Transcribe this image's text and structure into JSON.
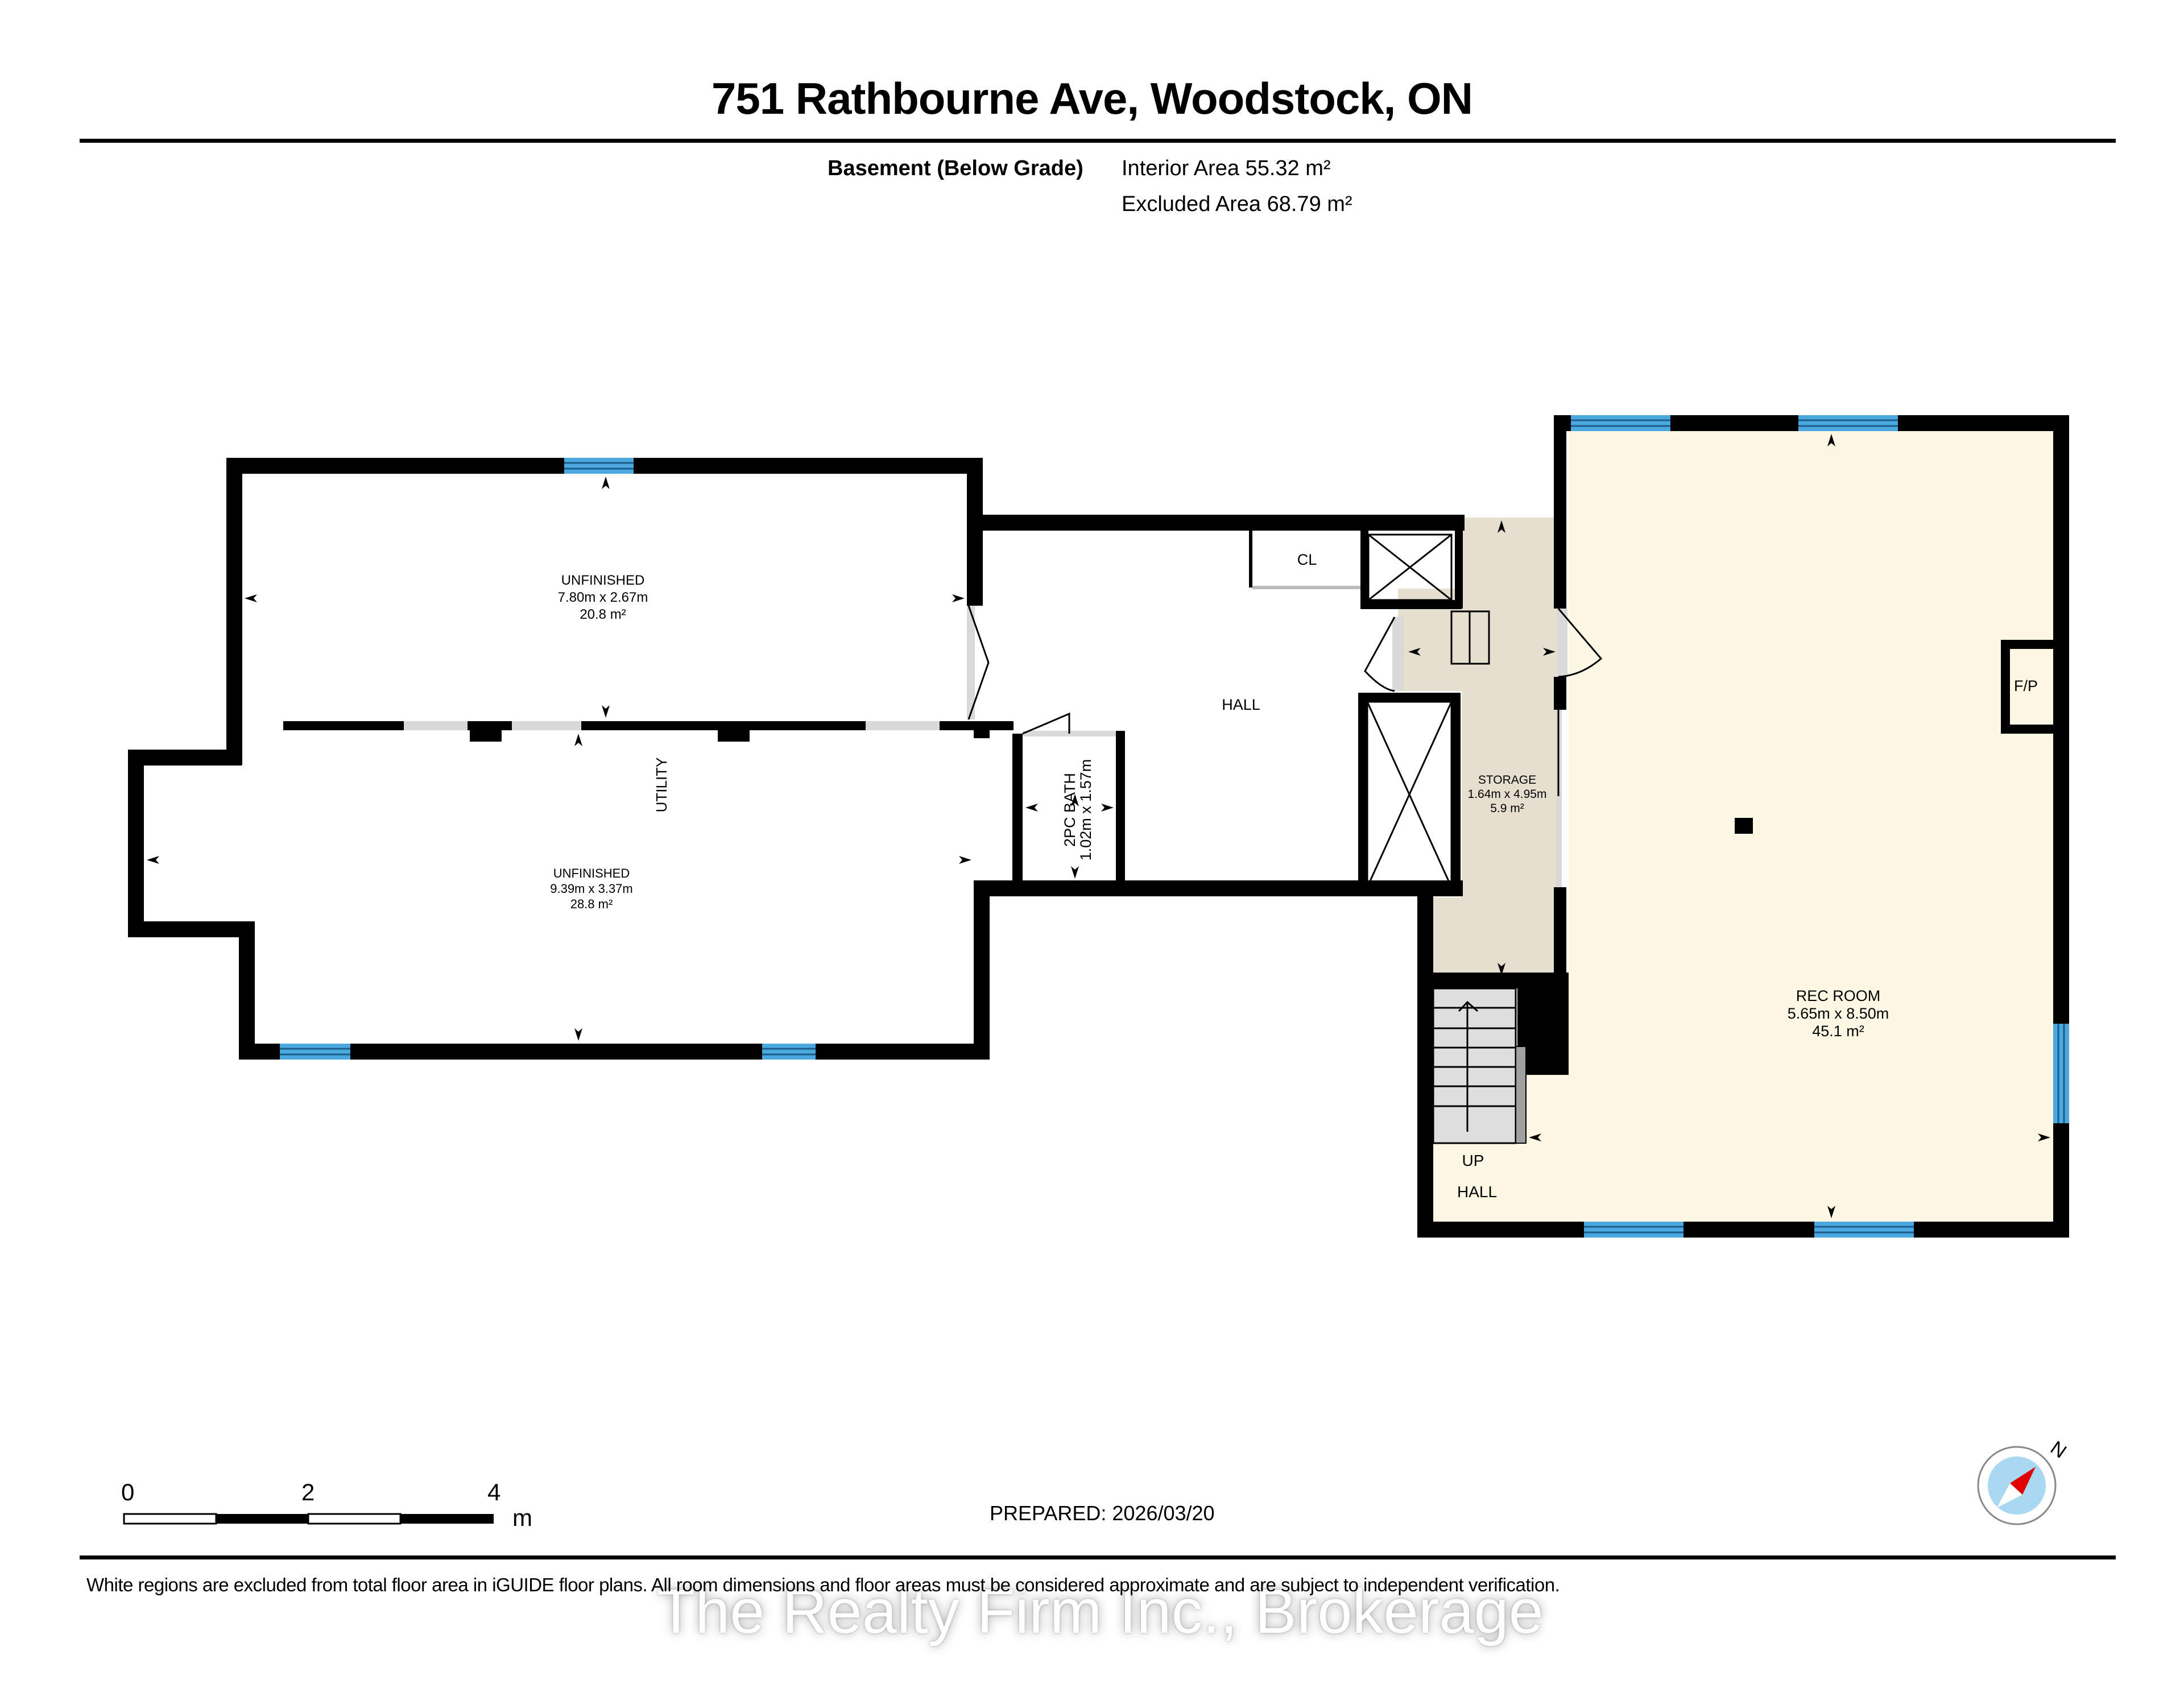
{
  "header": {
    "title": "751 Rathbourne Ave, Woodstock, ON",
    "level_label": "Basement (Below Grade)",
    "interior_area": "Interior Area 55.32 m²",
    "excluded_area": "Excluded Area 68.79 m²"
  },
  "rooms": [
    {
      "id": "unfinished-upper",
      "name": "UNFINISHED",
      "dims": "7.80m x 2.67m",
      "area": "20.8 m²",
      "fill": "#ffffff"
    },
    {
      "id": "unfinished-lower",
      "name": "UNFINISHED",
      "dims": "9.39m x 3.37m",
      "area": "28.8 m²",
      "fill": "#ffffff"
    },
    {
      "id": "utility",
      "name": "UTILITY"
    },
    {
      "id": "bath",
      "name": "2PC BATH",
      "dims": "1.02m x 1.57m"
    },
    {
      "id": "hall",
      "name": "HALL"
    },
    {
      "id": "closet",
      "name": "CL"
    },
    {
      "id": "storage",
      "name": "STORAGE",
      "dims": "1.64m x 4.95m",
      "area": "5.9 m²",
      "fill": "#e6dfd0"
    },
    {
      "id": "rec-room",
      "name": "REC ROOM",
      "dims": "5.65m x 8.50m",
      "area": "45.1 m²",
      "fill": "#fdf7e4"
    },
    {
      "id": "fireplace",
      "name": "F/P"
    },
    {
      "id": "stairs",
      "name": "UP"
    },
    {
      "id": "hall-lower",
      "name": "HALL"
    }
  ],
  "colors": {
    "wall": "#000000",
    "window": "#4aa8de",
    "door_opening": "#d9d9d9",
    "storage_fill": "#e6dfd0",
    "rec_fill": "#fdf7e4",
    "stair_fill": "#dedede",
    "compass_fill": "#a8d8f2",
    "compass_needle": "#e00000"
  },
  "scale_bar": {
    "ticks": [
      "0",
      "2",
      "4"
    ],
    "unit": "m"
  },
  "compass": {
    "label": "N"
  },
  "footer": {
    "prepared": "PREPARED: 2026/03/20",
    "disclaimer": "White regions are excluded from total floor area in iGUIDE floor plans. All room dimensions and floor areas must be considered approximate and are subject to independent verification.",
    "watermark": "The Realty Firm Inc., Brokerage"
  }
}
